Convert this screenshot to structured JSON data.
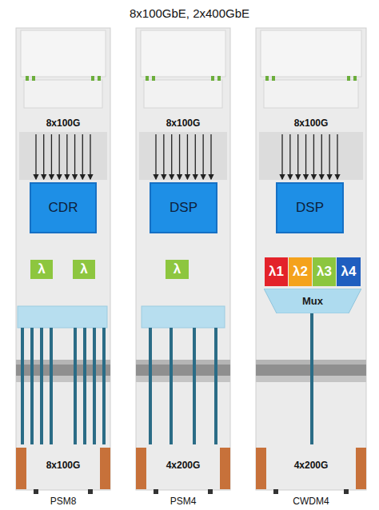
{
  "diagram": {
    "title": "8x100GbE, 2x400GbE",
    "nodes": [
      {
        "text": [
          "CDR"
        ]
      },
      {
        "text": [
          "λ"
        ]
      },
      {
        "text": [
          "λ"
        ]
      },
      {
        "text": [
          "DSP"
        ]
      },
      {
        "text": [
          "λ"
        ]
      },
      {
        "text": [
          "DSP"
        ]
      },
      {
        "text": [
          "λ1"
        ]
      },
      {
        "text": [
          "λ2"
        ]
      },
      {
        "text": [
          "λ3"
        ]
      },
      {
        "text": [
          "λ4"
        ]
      },
      {
        "text": [
          "Mux"
        ]
      }
    ],
    "labels": [
      "8x100G",
      "8x100G",
      "PSM8",
      "8x100G",
      "4x200G",
      "PSM4",
      "8x100G",
      "4x200G",
      "CWDM4"
    ]
  }
}
